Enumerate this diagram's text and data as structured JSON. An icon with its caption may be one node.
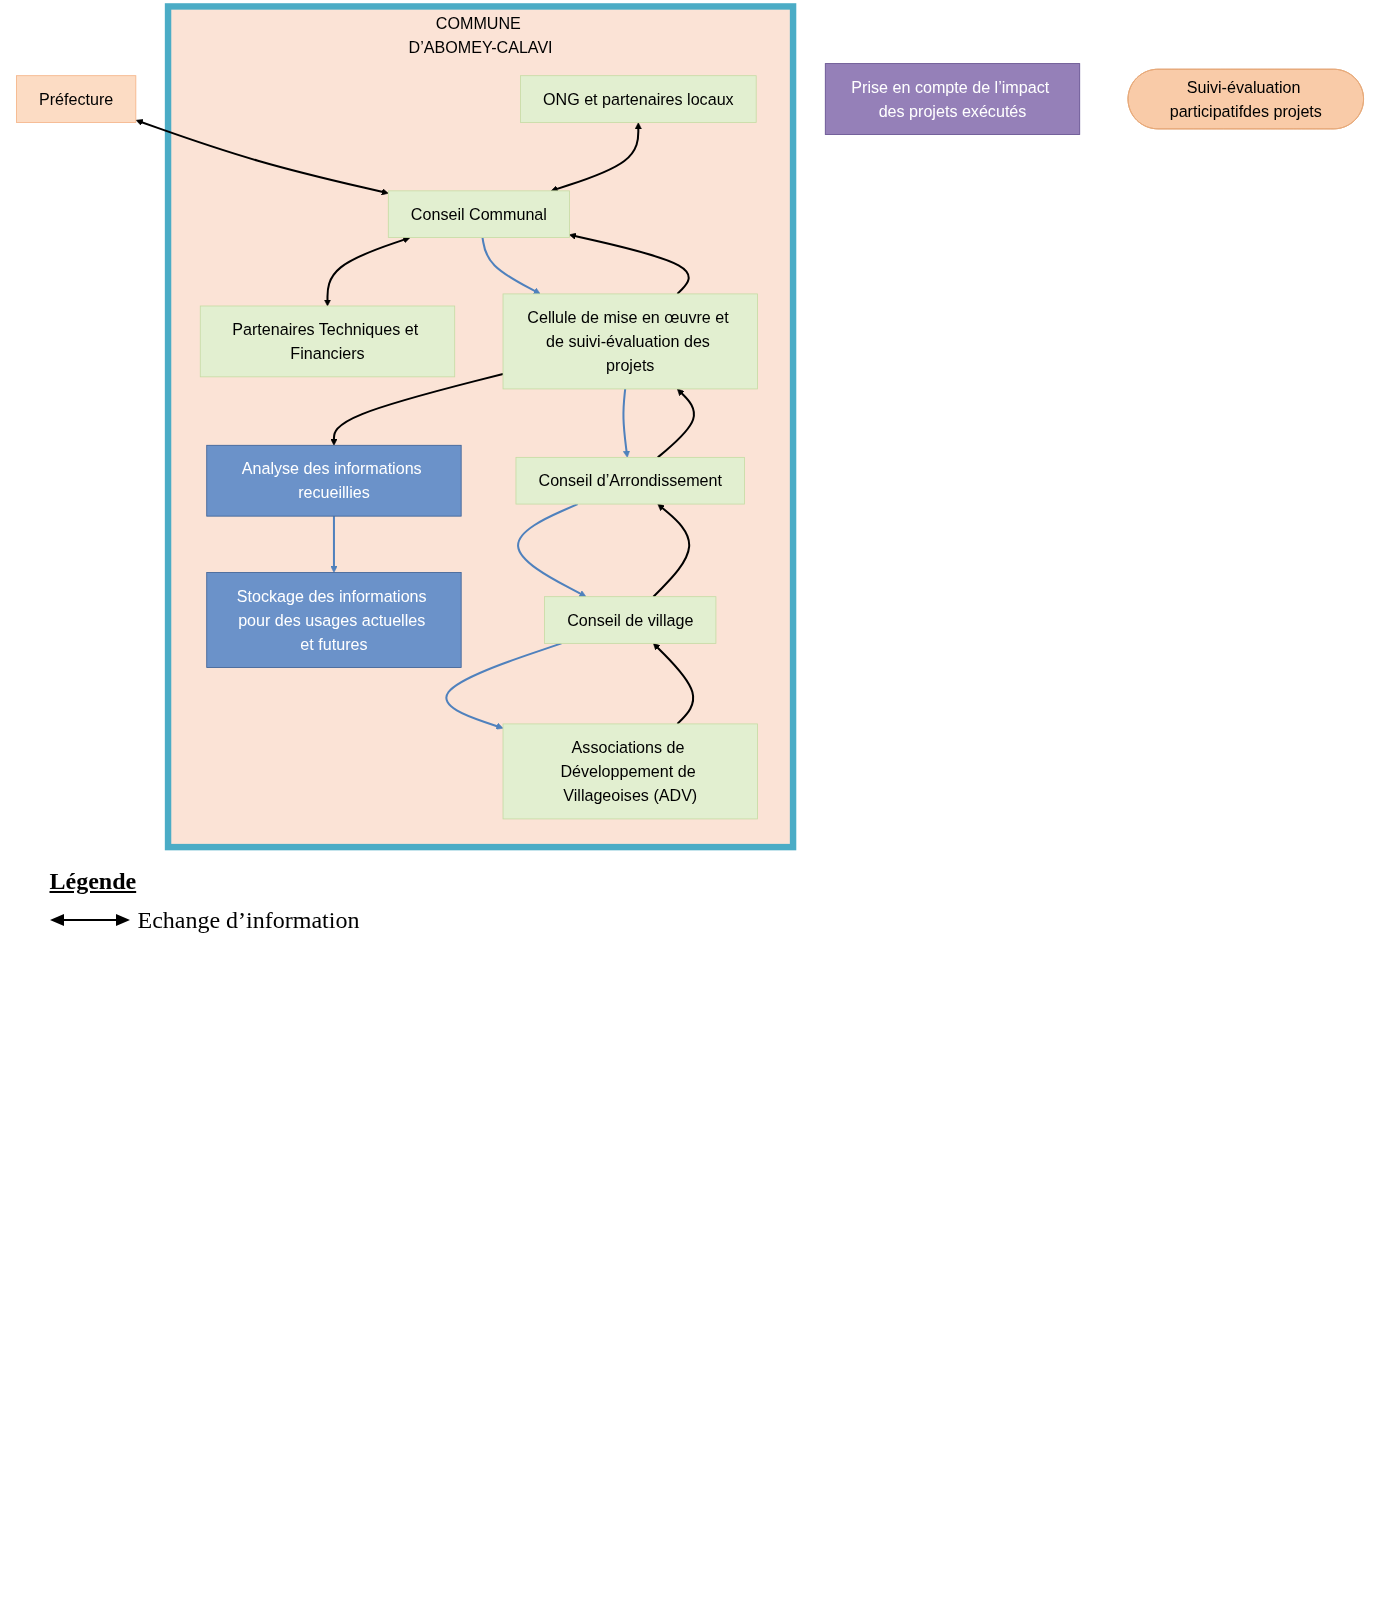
{
  "diagram": {
    "nodes": [
      {
        "text": [
          "COMMUNE D’ABOMEY-CALAVI"
        ]
      },
      {
        "text": [
          "Préfecture"
        ]
      },
      {
        "text": [
          "ONG et partenaires locaux"
        ],
        "in": 0
      },
      {
        "text": [
          "Conseil Communal"
        ],
        "in": 0
      },
      {
        "text": [
          "Partenaires Techniques et Financiers"
        ],
        "in": 0
      },
      {
        "text": [
          "Cellule de mise en œuvre et de suivi-évaluation des projets"
        ],
        "in": 0
      },
      {
        "text": [
          "Analyse des informations recueillies"
        ],
        "in": 0
      },
      {
        "text": [
          "Stockage des informations pour des usages actuelles et futures"
        ],
        "in": 0
      },
      {
        "text": [
          "Conseil d’Arrondissement"
        ],
        "in": 0
      },
      {
        "text": [
          "Conseil de village"
        ],
        "in": 0
      },
      {
        "text": [
          "Associations de Développement de Villageoises (ADV)"
        ],
        "in": 0
      },
      {
        "text": [
          "Prise en compte de l’impact des projets exécutés"
        ]
      },
      {
        "text": [
          "Suivi-évaluation participatifdes projets"
        ]
      }
    ],
    "edges": [
      {
        "from": 1,
        "to": 3,
        "arrow": "both"
      },
      {
        "from": 2,
        "to": 3,
        "arrow": "both"
      },
      {
        "from": 3,
        "to": 4,
        "arrow": "both"
      },
      {
        "from": 5,
        "to": 3,
        "arrow": "to"
      },
      {
        "from": 3,
        "to": 5,
        "arrow": "to",
        "color": "#4f81bd"
      },
      {
        "from": 5,
        "to": 6,
        "arrow": "to"
      },
      {
        "from": 6,
        "to": 7,
        "arrow": "to",
        "color": "#4f81bd"
      },
      {
        "from": 8,
        "to": 5,
        "arrow": "to"
      },
      {
        "from": 5,
        "to": 8,
        "arrow": "to",
        "color": "#4f81bd"
      },
      {
        "from": 9,
        "to": 8,
        "arrow": "to"
      },
      {
        "from": 8,
        "to": 9,
        "arrow": "to",
        "color": "#4f81bd"
      },
      {
        "from": 10,
        "to": 9,
        "arrow": "to"
      },
      {
        "from": 9,
        "to": 10,
        "arrow": "to",
        "color": "#4f81bd"
      }
    ],
    "labels": [
      "Légende"
    ],
    "legend": [
      {
        "text": "Echange d’information"
      }
    ]
  }
}
